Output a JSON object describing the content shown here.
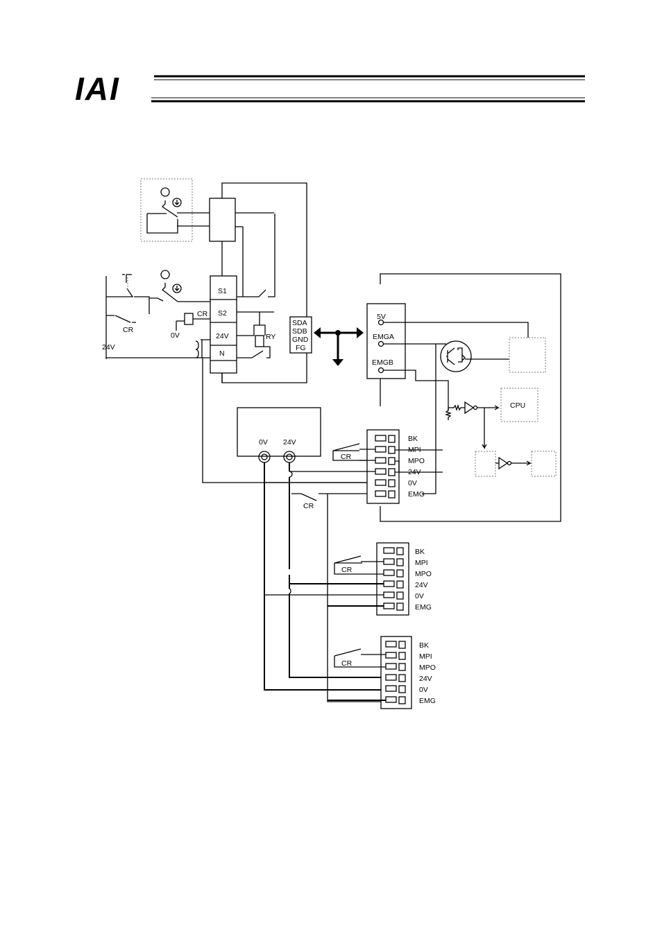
{
  "header": {
    "logo_text": "IAI"
  },
  "diagram": {
    "teach_box_terminals": [
      "S1",
      "S2",
      "24V",
      "N"
    ],
    "relay_labels": {
      "cr": "CR",
      "ry": "RY"
    },
    "supply_labels": {
      "v24": "24V",
      "v0": "0V"
    },
    "comm_terminals": [
      "SDA",
      "SDB",
      "GND",
      "FG"
    ],
    "emg_circuit_terminals": [
      "5V",
      "EMGA",
      "EMGB"
    ],
    "cpu_label": "CPU",
    "power_supply_terminals": [
      "0V",
      "24V"
    ],
    "axis_connector_pins": [
      "BK",
      "MPI",
      "MPO",
      "24V",
      "0V",
      "EMG"
    ]
  }
}
